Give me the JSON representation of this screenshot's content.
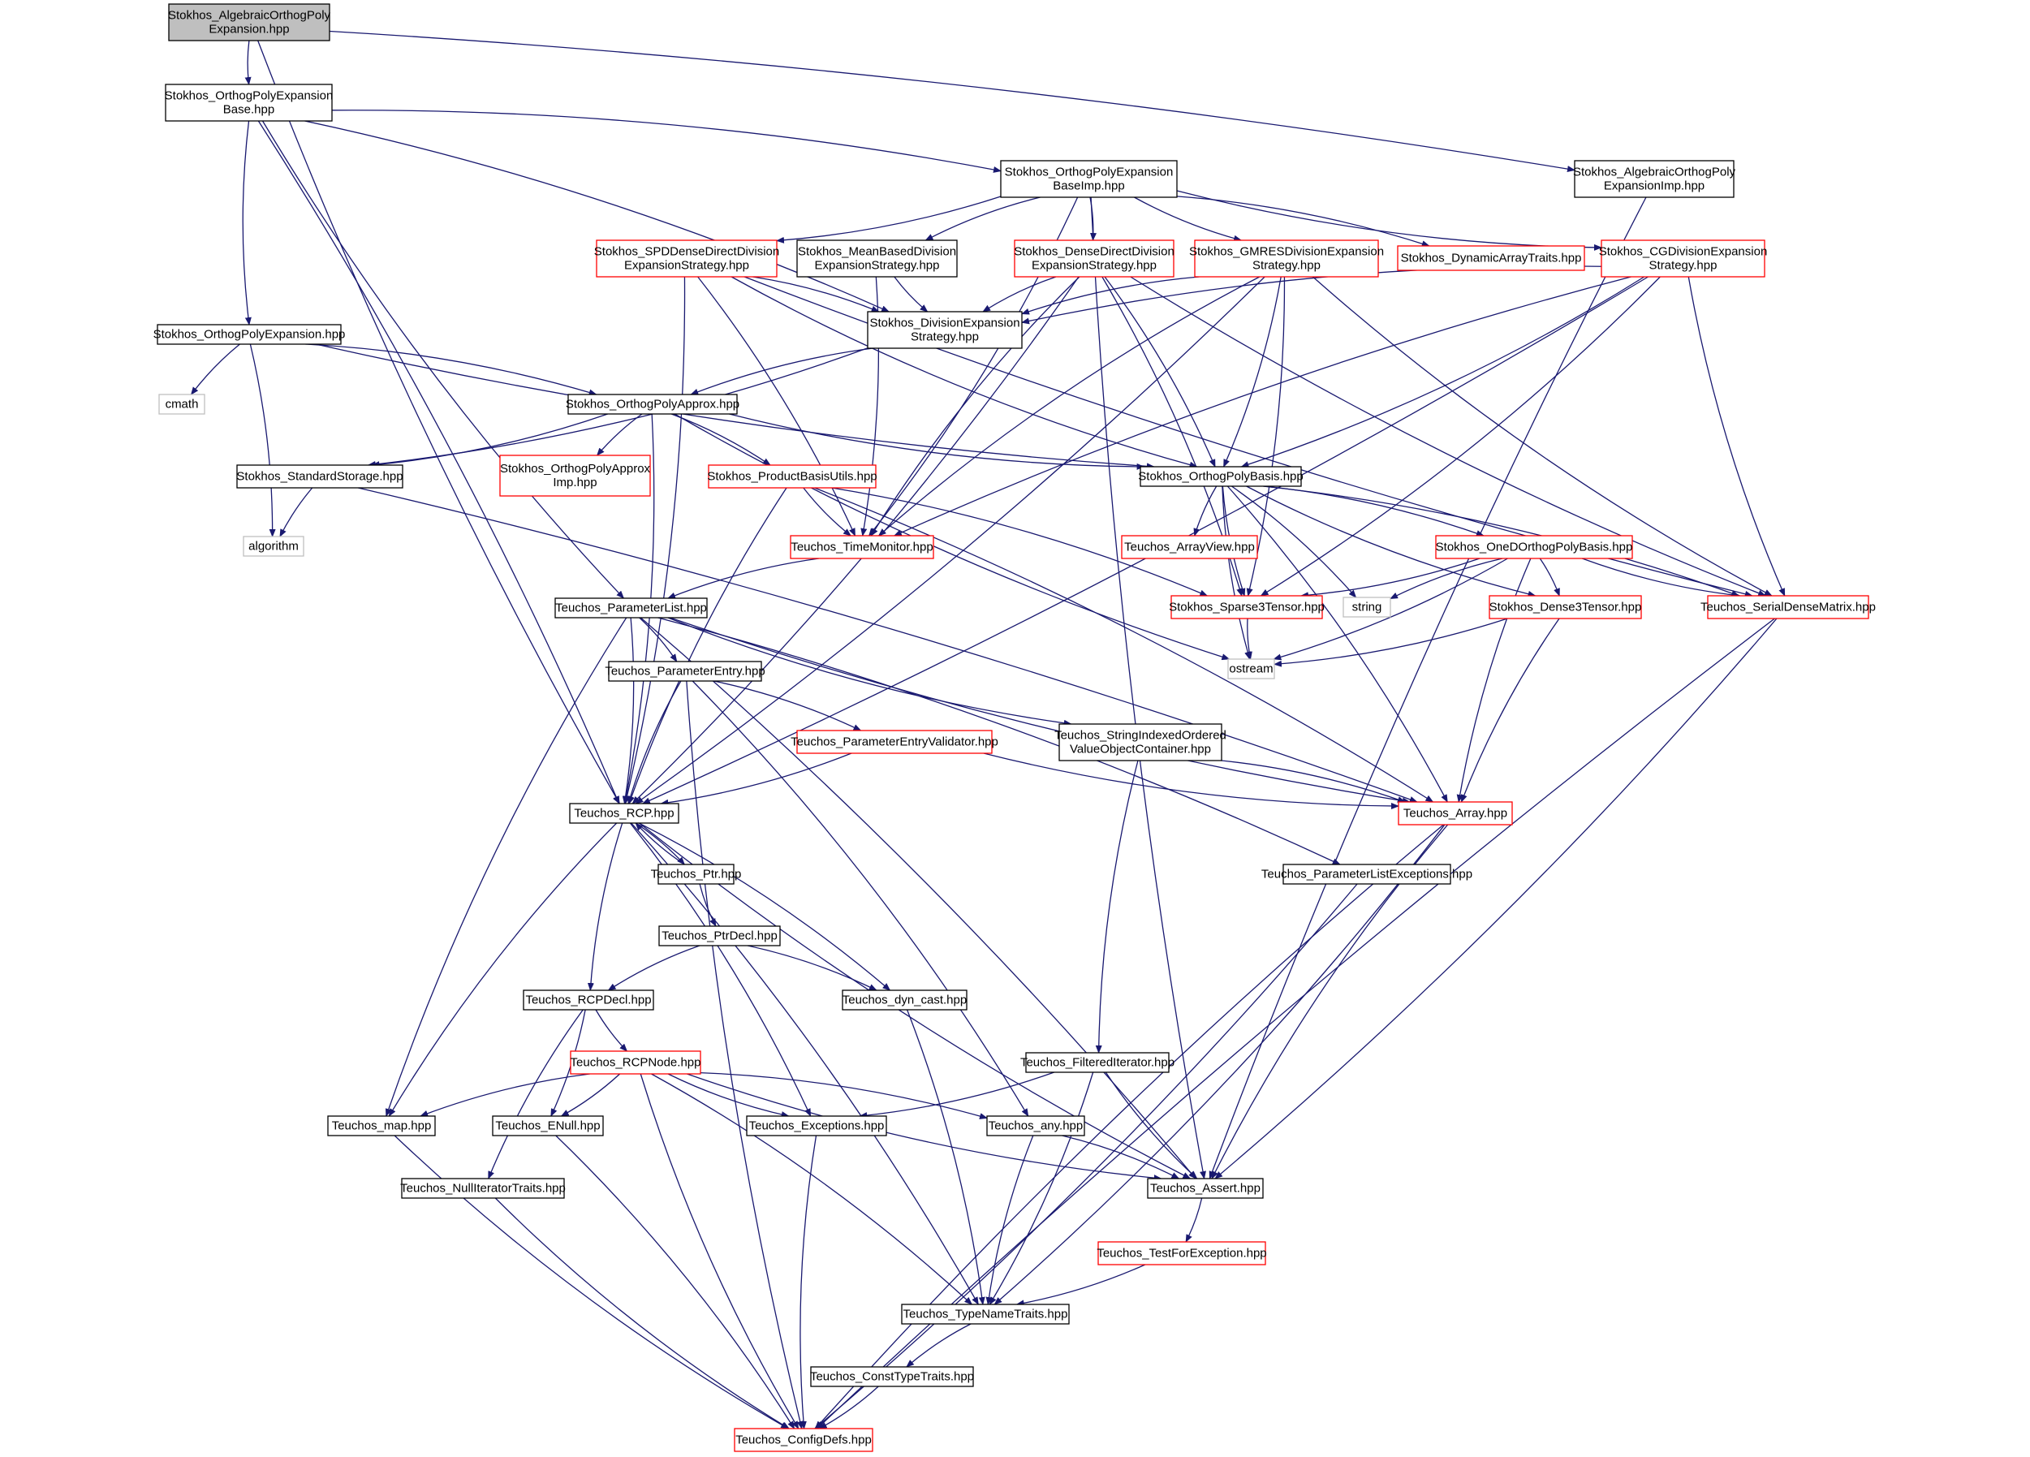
{
  "colors": {
    "edge": "#191970",
    "box_normal": "#000000",
    "box_truncated": "#ff0000",
    "box_external": "#bfbfbf",
    "box_root_fill": "#bfbfbf",
    "text": "#000000"
  },
  "nodes": [
    {
      "id": "n0",
      "lines": [
        "Stokhos_AlgebraicOrthogPoly",
        "Expansion.hpp"
      ],
      "kind": "root"
    },
    {
      "id": "n1",
      "lines": [
        "Stokhos_OrthogPolyExpansion",
        "Base.hpp"
      ],
      "kind": "normal"
    },
    {
      "id": "n2",
      "lines": [
        "Stokhos_AlgebraicOrthogPoly",
        "ExpansionImp.hpp"
      ],
      "kind": "normal"
    },
    {
      "id": "n3",
      "lines": [
        "Stokhos_OrthogPolyExpansion",
        "BaseImp.hpp"
      ],
      "kind": "normal"
    },
    {
      "id": "n4",
      "lines": [
        "Stokhos_SPDDenseDirectDivision",
        "ExpansionStrategy.hpp"
      ],
      "kind": "truncated"
    },
    {
      "id": "n5",
      "lines": [
        "Stokhos_MeanBasedDivision",
        "ExpansionStrategy.hpp"
      ],
      "kind": "normal"
    },
    {
      "id": "n6",
      "lines": [
        "Stokhos_DenseDirectDivision",
        "ExpansionStrategy.hpp"
      ],
      "kind": "truncated"
    },
    {
      "id": "n7",
      "lines": [
        "Stokhos_GMRESDivisionExpansion",
        "Strategy.hpp"
      ],
      "kind": "truncated"
    },
    {
      "id": "n8",
      "lines": [
        "Stokhos_DynamicArrayTraits.hpp"
      ],
      "kind": "truncated"
    },
    {
      "id": "n9",
      "lines": [
        "Stokhos_CGDivisionExpansion",
        "Strategy.hpp"
      ],
      "kind": "truncated"
    },
    {
      "id": "n10",
      "lines": [
        "Stokhos_DivisionExpansion",
        "Strategy.hpp"
      ],
      "kind": "normal"
    },
    {
      "id": "n11",
      "lines": [
        "Stokhos_OrthogPolyExpansion.hpp"
      ],
      "kind": "normal"
    },
    {
      "id": "n12",
      "lines": [
        "cmath"
      ],
      "kind": "external"
    },
    {
      "id": "n13",
      "lines": [
        "Stokhos_OrthogPolyApprox.hpp"
      ],
      "kind": "normal"
    },
    {
      "id": "n14",
      "lines": [
        "Stokhos_OrthogPolyBasis.hpp"
      ],
      "kind": "normal"
    },
    {
      "id": "n15",
      "lines": [
        "Stokhos_StandardStorage.hpp"
      ],
      "kind": "normal"
    },
    {
      "id": "n16",
      "lines": [
        "Stokhos_OrthogPolyApprox",
        "Imp.hpp"
      ],
      "kind": "truncated"
    },
    {
      "id": "n17",
      "lines": [
        "Stokhos_ProductBasisUtils.hpp"
      ],
      "kind": "truncated"
    },
    {
      "id": "n18",
      "lines": [
        "algorithm"
      ],
      "kind": "external"
    },
    {
      "id": "n19",
      "lines": [
        "Teuchos_TimeMonitor.hpp"
      ],
      "kind": "truncated"
    },
    {
      "id": "n20",
      "lines": [
        "Teuchos_ArrayView.hpp"
      ],
      "kind": "truncated"
    },
    {
      "id": "n21",
      "lines": [
        "Stokhos_OneDOrthogPolyBasis.hpp"
      ],
      "kind": "truncated"
    },
    {
      "id": "n22",
      "lines": [
        "Teuchos_ParameterList.hpp"
      ],
      "kind": "normal"
    },
    {
      "id": "n23",
      "lines": [
        "Stokhos_Sparse3Tensor.hpp"
      ],
      "kind": "truncated"
    },
    {
      "id": "n24",
      "lines": [
        "string"
      ],
      "kind": "external"
    },
    {
      "id": "n25",
      "lines": [
        "Stokhos_Dense3Tensor.hpp"
      ],
      "kind": "truncated"
    },
    {
      "id": "n26",
      "lines": [
        "Teuchos_SerialDenseMatrix.hpp"
      ],
      "kind": "truncated"
    },
    {
      "id": "n27",
      "lines": [
        "ostream"
      ],
      "kind": "external"
    },
    {
      "id": "n28",
      "lines": [
        "Teuchos_ParameterEntry.hpp"
      ],
      "kind": "normal"
    },
    {
      "id": "n29",
      "lines": [
        "Teuchos_StringIndexedOrdered",
        "ValueObjectContainer.hpp"
      ],
      "kind": "normal"
    },
    {
      "id": "n30",
      "lines": [
        "Teuchos_ParameterEntryValidator.hpp"
      ],
      "kind": "truncated"
    },
    {
      "id": "n31",
      "lines": [
        "Teuchos_RCP.hpp"
      ],
      "kind": "normal"
    },
    {
      "id": "n32",
      "lines": [
        "Teuchos_Array.hpp"
      ],
      "kind": "truncated"
    },
    {
      "id": "n33",
      "lines": [
        "Teuchos_Ptr.hpp"
      ],
      "kind": "normal"
    },
    {
      "id": "n34",
      "lines": [
        "Teuchos_ParameterListExceptions.hpp"
      ],
      "kind": "normal"
    },
    {
      "id": "n35",
      "lines": [
        "Teuchos_PtrDecl.hpp"
      ],
      "kind": "normal"
    },
    {
      "id": "n36",
      "lines": [
        "Teuchos_RCPDecl.hpp"
      ],
      "kind": "normal"
    },
    {
      "id": "n37",
      "lines": [
        "Teuchos_dyn_cast.hpp"
      ],
      "kind": "normal"
    },
    {
      "id": "n38",
      "lines": [
        "Teuchos_RCPNode.hpp"
      ],
      "kind": "truncated"
    },
    {
      "id": "n39",
      "lines": [
        "Teuchos_FilteredIterator.hpp"
      ],
      "kind": "normal"
    },
    {
      "id": "n40",
      "lines": [
        "Teuchos_map.hpp"
      ],
      "kind": "normal"
    },
    {
      "id": "n41",
      "lines": [
        "Teuchos_ENull.hpp"
      ],
      "kind": "normal"
    },
    {
      "id": "n42",
      "lines": [
        "Teuchos_Exceptions.hpp"
      ],
      "kind": "normal"
    },
    {
      "id": "n43",
      "lines": [
        "Teuchos_any.hpp"
      ],
      "kind": "normal"
    },
    {
      "id": "n44",
      "lines": [
        "Teuchos_Assert.hpp"
      ],
      "kind": "normal"
    },
    {
      "id": "n45",
      "lines": [
        "Teuchos_NullIteratorTraits.hpp"
      ],
      "kind": "normal"
    },
    {
      "id": "n46",
      "lines": [
        "Teuchos_TestForException.hpp"
      ],
      "kind": "truncated"
    },
    {
      "id": "n47",
      "lines": [
        "Teuchos_TypeNameTraits.hpp"
      ],
      "kind": "normal"
    },
    {
      "id": "n48",
      "lines": [
        "Teuchos_ConstTypeTraits.hpp"
      ],
      "kind": "normal"
    },
    {
      "id": "n49",
      "lines": [
        "Teuchos_ConfigDefs.hpp"
      ],
      "kind": "truncated"
    }
  ],
  "edges": [
    [
      "n0",
      "n1"
    ],
    [
      "n0",
      "n2"
    ],
    [
      "n0",
      "n31"
    ],
    [
      "n1",
      "n3"
    ],
    [
      "n1",
      "n11"
    ],
    [
      "n1",
      "n10"
    ],
    [
      "n1",
      "n22"
    ],
    [
      "n1",
      "n31"
    ],
    [
      "n2",
      "n44"
    ],
    [
      "n3",
      "n4"
    ],
    [
      "n3",
      "n5"
    ],
    [
      "n3",
      "n6"
    ],
    [
      "n3",
      "n7"
    ],
    [
      "n3",
      "n8"
    ],
    [
      "n3",
      "n9"
    ],
    [
      "n3",
      "n19"
    ],
    [
      "n3",
      "n44"
    ],
    [
      "n4",
      "n10"
    ],
    [
      "n4",
      "n14"
    ],
    [
      "n4",
      "n19"
    ],
    [
      "n4",
      "n26"
    ],
    [
      "n4",
      "n31"
    ],
    [
      "n5",
      "n10"
    ],
    [
      "n5",
      "n19"
    ],
    [
      "n6",
      "n10"
    ],
    [
      "n6",
      "n14"
    ],
    [
      "n6",
      "n19"
    ],
    [
      "n6",
      "n23"
    ],
    [
      "n6",
      "n26"
    ],
    [
      "n6",
      "n31"
    ],
    [
      "n7",
      "n10"
    ],
    [
      "n7",
      "n14"
    ],
    [
      "n7",
      "n19"
    ],
    [
      "n7",
      "n23"
    ],
    [
      "n7",
      "n26"
    ],
    [
      "n7",
      "n31"
    ],
    [
      "n9",
      "n10"
    ],
    [
      "n9",
      "n14"
    ],
    [
      "n9",
      "n19"
    ],
    [
      "n9",
      "n23"
    ],
    [
      "n9",
      "n26"
    ],
    [
      "n9",
      "n31"
    ],
    [
      "n10",
      "n13"
    ],
    [
      "n10",
      "n15"
    ],
    [
      "n11",
      "n12"
    ],
    [
      "n11",
      "n13"
    ],
    [
      "n11",
      "n14"
    ],
    [
      "n11",
      "n18"
    ],
    [
      "n13",
      "n14"
    ],
    [
      "n13",
      "n15"
    ],
    [
      "n13",
      "n16"
    ],
    [
      "n13",
      "n17"
    ],
    [
      "n13",
      "n27"
    ],
    [
      "n13",
      "n31"
    ],
    [
      "n14",
      "n20"
    ],
    [
      "n14",
      "n21"
    ],
    [
      "n14",
      "n23"
    ],
    [
      "n14",
      "n24"
    ],
    [
      "n14",
      "n25"
    ],
    [
      "n14",
      "n26"
    ],
    [
      "n14",
      "n27"
    ],
    [
      "n14",
      "n32"
    ],
    [
      "n15",
      "n18"
    ],
    [
      "n15",
      "n32"
    ],
    [
      "n17",
      "n19"
    ],
    [
      "n17",
      "n23"
    ],
    [
      "n17",
      "n31"
    ],
    [
      "n17",
      "n32"
    ],
    [
      "n19",
      "n22"
    ],
    [
      "n21",
      "n23"
    ],
    [
      "n21",
      "n24"
    ],
    [
      "n21",
      "n25"
    ],
    [
      "n21",
      "n26"
    ],
    [
      "n21",
      "n27"
    ],
    [
      "n21",
      "n32"
    ],
    [
      "n22",
      "n28"
    ],
    [
      "n22",
      "n29"
    ],
    [
      "n22",
      "n31"
    ],
    [
      "n22",
      "n32"
    ],
    [
      "n22",
      "n34"
    ],
    [
      "n22",
      "n40"
    ],
    [
      "n22",
      "n44"
    ],
    [
      "n23",
      "n27"
    ],
    [
      "n25",
      "n27"
    ],
    [
      "n25",
      "n32"
    ],
    [
      "n26",
      "n44"
    ],
    [
      "n26",
      "n49"
    ],
    [
      "n28",
      "n30"
    ],
    [
      "n28",
      "n31"
    ],
    [
      "n28",
      "n43"
    ],
    [
      "n28",
      "n49"
    ],
    [
      "n29",
      "n32"
    ],
    [
      "n29",
      "n39"
    ],
    [
      "n30",
      "n31"
    ],
    [
      "n30",
      "n32"
    ],
    [
      "n31",
      "n33"
    ],
    [
      "n31",
      "n36"
    ],
    [
      "n31",
      "n37"
    ],
    [
      "n31",
      "n40"
    ],
    [
      "n31",
      "n42"
    ],
    [
      "n31",
      "n44"
    ],
    [
      "n31",
      "n47"
    ],
    [
      "n32",
      "n44"
    ],
    [
      "n32",
      "n47"
    ],
    [
      "n32",
      "n49"
    ],
    [
      "n33",
      "n31"
    ],
    [
      "n33",
      "n35"
    ],
    [
      "n34",
      "n49"
    ],
    [
      "n35",
      "n36"
    ],
    [
      "n35",
      "n37"
    ],
    [
      "n36",
      "n38"
    ],
    [
      "n36",
      "n41"
    ],
    [
      "n36",
      "n45"
    ],
    [
      "n37",
      "n47"
    ],
    [
      "n38",
      "n40"
    ],
    [
      "n38",
      "n41"
    ],
    [
      "n38",
      "n42"
    ],
    [
      "n38",
      "n43"
    ],
    [
      "n38",
      "n44"
    ],
    [
      "n38",
      "n47"
    ],
    [
      "n38",
      "n49"
    ],
    [
      "n39",
      "n42"
    ],
    [
      "n39",
      "n44"
    ],
    [
      "n39",
      "n47"
    ],
    [
      "n40",
      "n49"
    ],
    [
      "n41",
      "n49"
    ],
    [
      "n42",
      "n49"
    ],
    [
      "n43",
      "n44"
    ],
    [
      "n43",
      "n47"
    ],
    [
      "n44",
      "n46"
    ],
    [
      "n45",
      "n49"
    ],
    [
      "n46",
      "n47"
    ],
    [
      "n47",
      "n48"
    ],
    [
      "n48",
      "n49"
    ]
  ]
}
